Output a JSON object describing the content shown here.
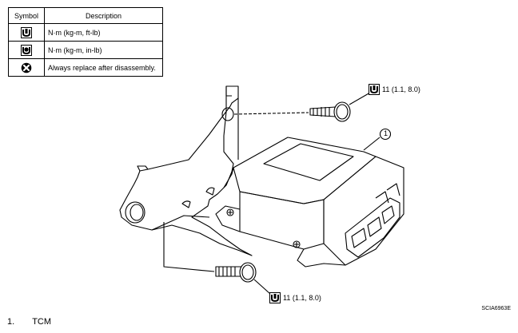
{
  "legend": {
    "header_symbol": "Symbol",
    "header_description": "Description",
    "rows": [
      {
        "icon": "torque-wrench-icon",
        "text": "N·m (kg-m, ft-lb)"
      },
      {
        "icon": "torque-wrench-inlb-icon",
        "text": "N·m (kg-m, in-lb)"
      },
      {
        "icon": "replace-part-icon",
        "text": "Always replace after disassembly."
      }
    ]
  },
  "callouts": {
    "top_torque": "11 (1.1, 8.0)",
    "bottom_torque": "11 (1.1, 8.0)",
    "part_number": "1"
  },
  "footnote": {
    "index": "1.",
    "label": "TCM"
  },
  "figure_code": "SCIA6963E"
}
